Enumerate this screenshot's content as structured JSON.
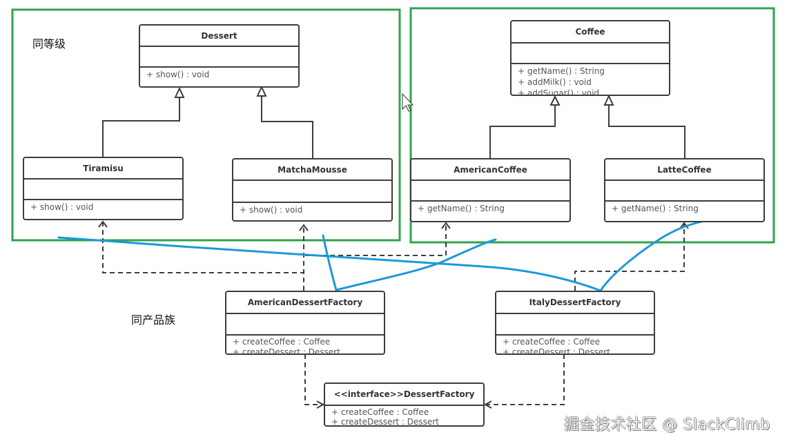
{
  "group_labels": {
    "same_level": "同等级",
    "same_family": "同产品族"
  },
  "classes": {
    "dessert": {
      "name": "Dessert",
      "ops": [
        "+ show() : void"
      ]
    },
    "tiramisu": {
      "name": "Tiramisu",
      "ops": [
        "+ show() : void"
      ]
    },
    "matcha_mousse": {
      "name": "MatchaMousse",
      "ops": [
        "+ show() : void"
      ]
    },
    "coffee": {
      "name": "Coffee",
      "ops": [
        "+ getName() : String",
        "+ addMilk() : void",
        "+ addSugar() : void"
      ]
    },
    "american_coffee": {
      "name": "AmericanCoffee",
      "ops": [
        "+ getName() : String"
      ]
    },
    "latte_coffee": {
      "name": "LatteCoffee",
      "ops": [
        "+ getName() : String"
      ]
    },
    "american_factory": {
      "name": "AmericanDessertFactory",
      "ops": [
        "+ createCoffee : Coffee",
        "+ createDessert : Dessert"
      ]
    },
    "italy_factory": {
      "name": "ItalyDessertFactory",
      "ops": [
        "+ createCoffee : Coffee",
        "+ createDessert : Dessert"
      ]
    },
    "dessert_factory": {
      "name": "<<interface>>DessertFactory",
      "ops": [
        "+ createCoffee : Coffee",
        "+ createDessert : Dessert"
      ]
    }
  },
  "relations": [
    {
      "type": "generalization",
      "from": "Tiramisu",
      "to": "Dessert"
    },
    {
      "type": "generalization",
      "from": "MatchaMousse",
      "to": "Dessert"
    },
    {
      "type": "generalization",
      "from": "AmericanCoffee",
      "to": "Coffee"
    },
    {
      "type": "generalization",
      "from": "LatteCoffee",
      "to": "Coffee"
    },
    {
      "type": "dependency",
      "from": "AmericanDessertFactory",
      "to": "Tiramisu"
    },
    {
      "type": "dependency",
      "from": "AmericanDessertFactory",
      "to": "MatchaMousse"
    },
    {
      "type": "dependency",
      "from": "AmericanDessertFactory",
      "to": "AmericanCoffee"
    },
    {
      "type": "dependency",
      "from": "ItalyDessertFactory",
      "to": "LatteCoffee"
    },
    {
      "type": "realization",
      "from": "AmericanDessertFactory",
      "to": "DessertFactory"
    },
    {
      "type": "realization",
      "from": "ItalyDessertFactory",
      "to": "DessertFactory"
    }
  ],
  "colors": {
    "group_border": "#2ea44f",
    "annotation_stroke": "#1a9ad6",
    "uml_stroke": "#3c3c3c"
  },
  "watermark": "掘金技术社区 @ SlackClimb"
}
